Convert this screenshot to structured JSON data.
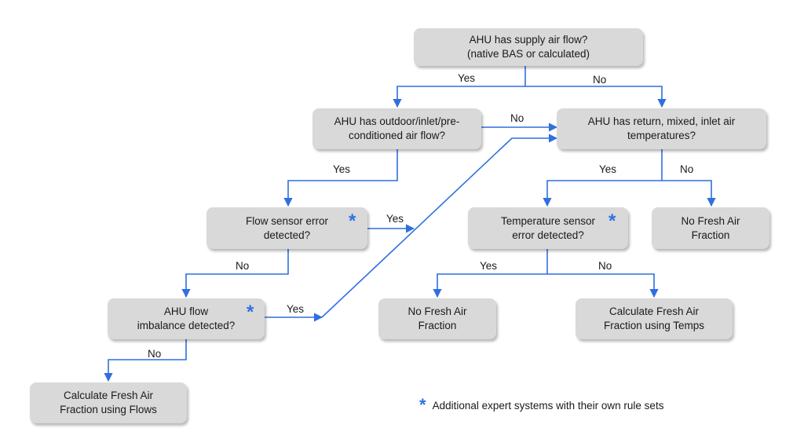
{
  "nodes": {
    "supply_air_flow": {
      "line1": "AHU has supply air flow?",
      "line2": "(native BAS or calculated)"
    },
    "outdoor_air_flow": {
      "line1": "AHU has outdoor/inlet/pre-",
      "line2": "conditioned air flow?"
    },
    "return_mixed_temps": {
      "line1": "AHU has return, mixed, inlet air",
      "line2": "temperatures?"
    },
    "flow_sensor_error": {
      "line1": "Flow sensor error",
      "line2": "detected?"
    },
    "temp_sensor_error": {
      "line1": "Temperature sensor",
      "line2": "error detected?"
    },
    "no_fresh_air_right": {
      "line1": "No Fresh Air",
      "line2": "Fraction"
    },
    "ahu_flow_imbalance": {
      "line1": "AHU flow",
      "line2": "imbalance detected?"
    },
    "no_fresh_air_mid": {
      "line1": "No Fresh Air",
      "line2": "Fraction"
    },
    "calc_using_temps": {
      "line1": "Calculate Fresh Air",
      "line2": "Fraction using Temps"
    },
    "calc_using_flows": {
      "line1": "Calculate Fresh Air",
      "line2": "Fraction using Flows"
    }
  },
  "edge_labels": {
    "supply_yes": "Yes",
    "supply_no": "No",
    "outdoor_no": "No",
    "outdoor_yes": "Yes",
    "temps_yes": "Yes",
    "temps_no": "No",
    "flow_error_yes": "Yes",
    "flow_error_no": "No",
    "temp_error_yes": "Yes",
    "temp_error_no": "No",
    "imbalance_yes": "Yes",
    "imbalance_no": "No"
  },
  "marker_symbol": "*",
  "legend": {
    "text": "Additional expert systems with their own rule sets"
  },
  "colors": {
    "arrow": "#2f6fe0",
    "node_fill": "#d9d9d9",
    "marker": "#2f72e0"
  }
}
